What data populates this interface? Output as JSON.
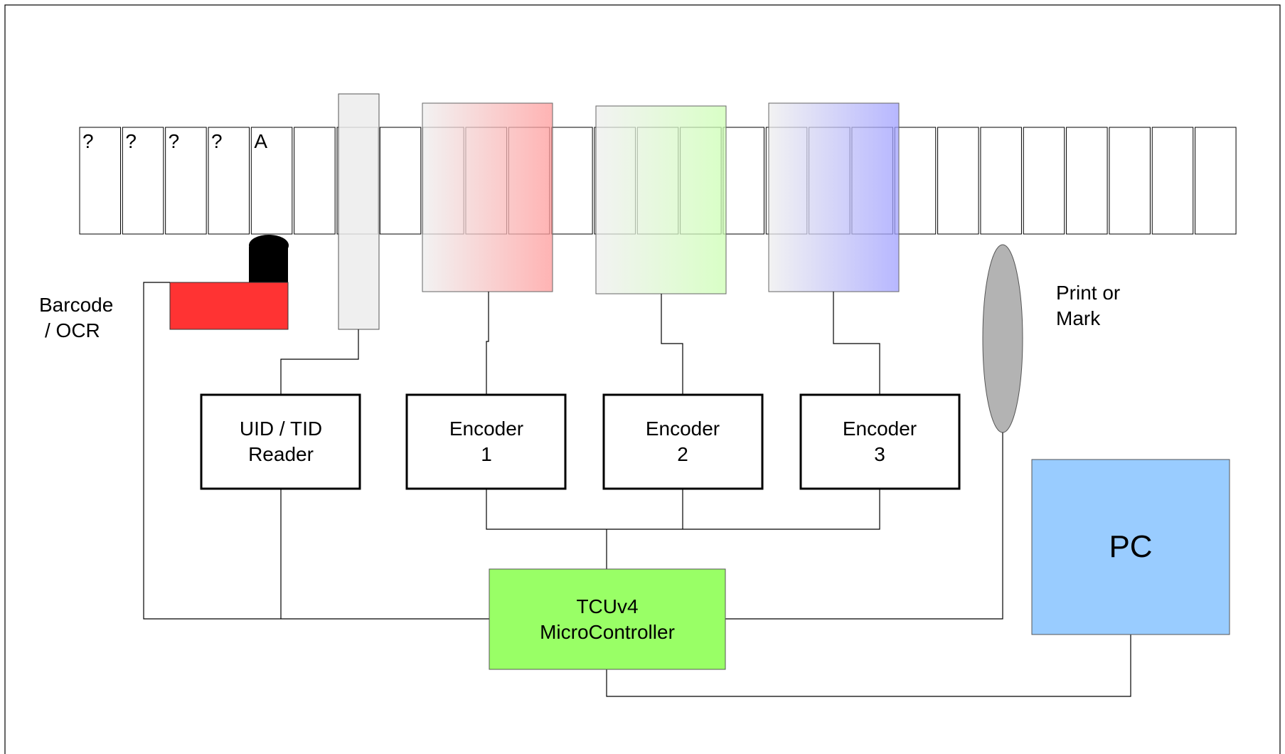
{
  "tape": {
    "cell_labels": [
      "?",
      "?",
      "?",
      "?",
      "A",
      "",
      "",
      "",
      "",
      "",
      "",
      "",
      "",
      "",
      "",
      "",
      "",
      "",
      "",
      "",
      "",
      "",
      "",
      "",
      "",
      "",
      ""
    ]
  },
  "labels": {
    "barcode_line1": "Barcode",
    "barcode_line2": "/ OCR",
    "print_line1": "Print or",
    "print_line2": "Mark"
  },
  "boxes": {
    "uid_reader": {
      "line1": "UID / TID",
      "line2": "Reader"
    },
    "encoder_1": {
      "line1": "Encoder",
      "line2": "1"
    },
    "encoder_2": {
      "line1": "Encoder",
      "line2": "2"
    },
    "encoder_3": {
      "line1": "Encoder",
      "line2": "3"
    },
    "microcontroller": {
      "line1": "TCUv4",
      "line2": "MicroController"
    },
    "pc": {
      "label": "PC"
    }
  },
  "colors": {
    "encoder_1_zone": "#ff9a9a",
    "encoder_2_zone": "#ccffb3",
    "encoder_3_zone": "#9f9fff",
    "barcode_scanner": "#ff3333",
    "microcontroller": "#99ff66",
    "pc": "#99ccff",
    "print_head": "#b3b3b3",
    "uid_antenna": "#ececec"
  }
}
